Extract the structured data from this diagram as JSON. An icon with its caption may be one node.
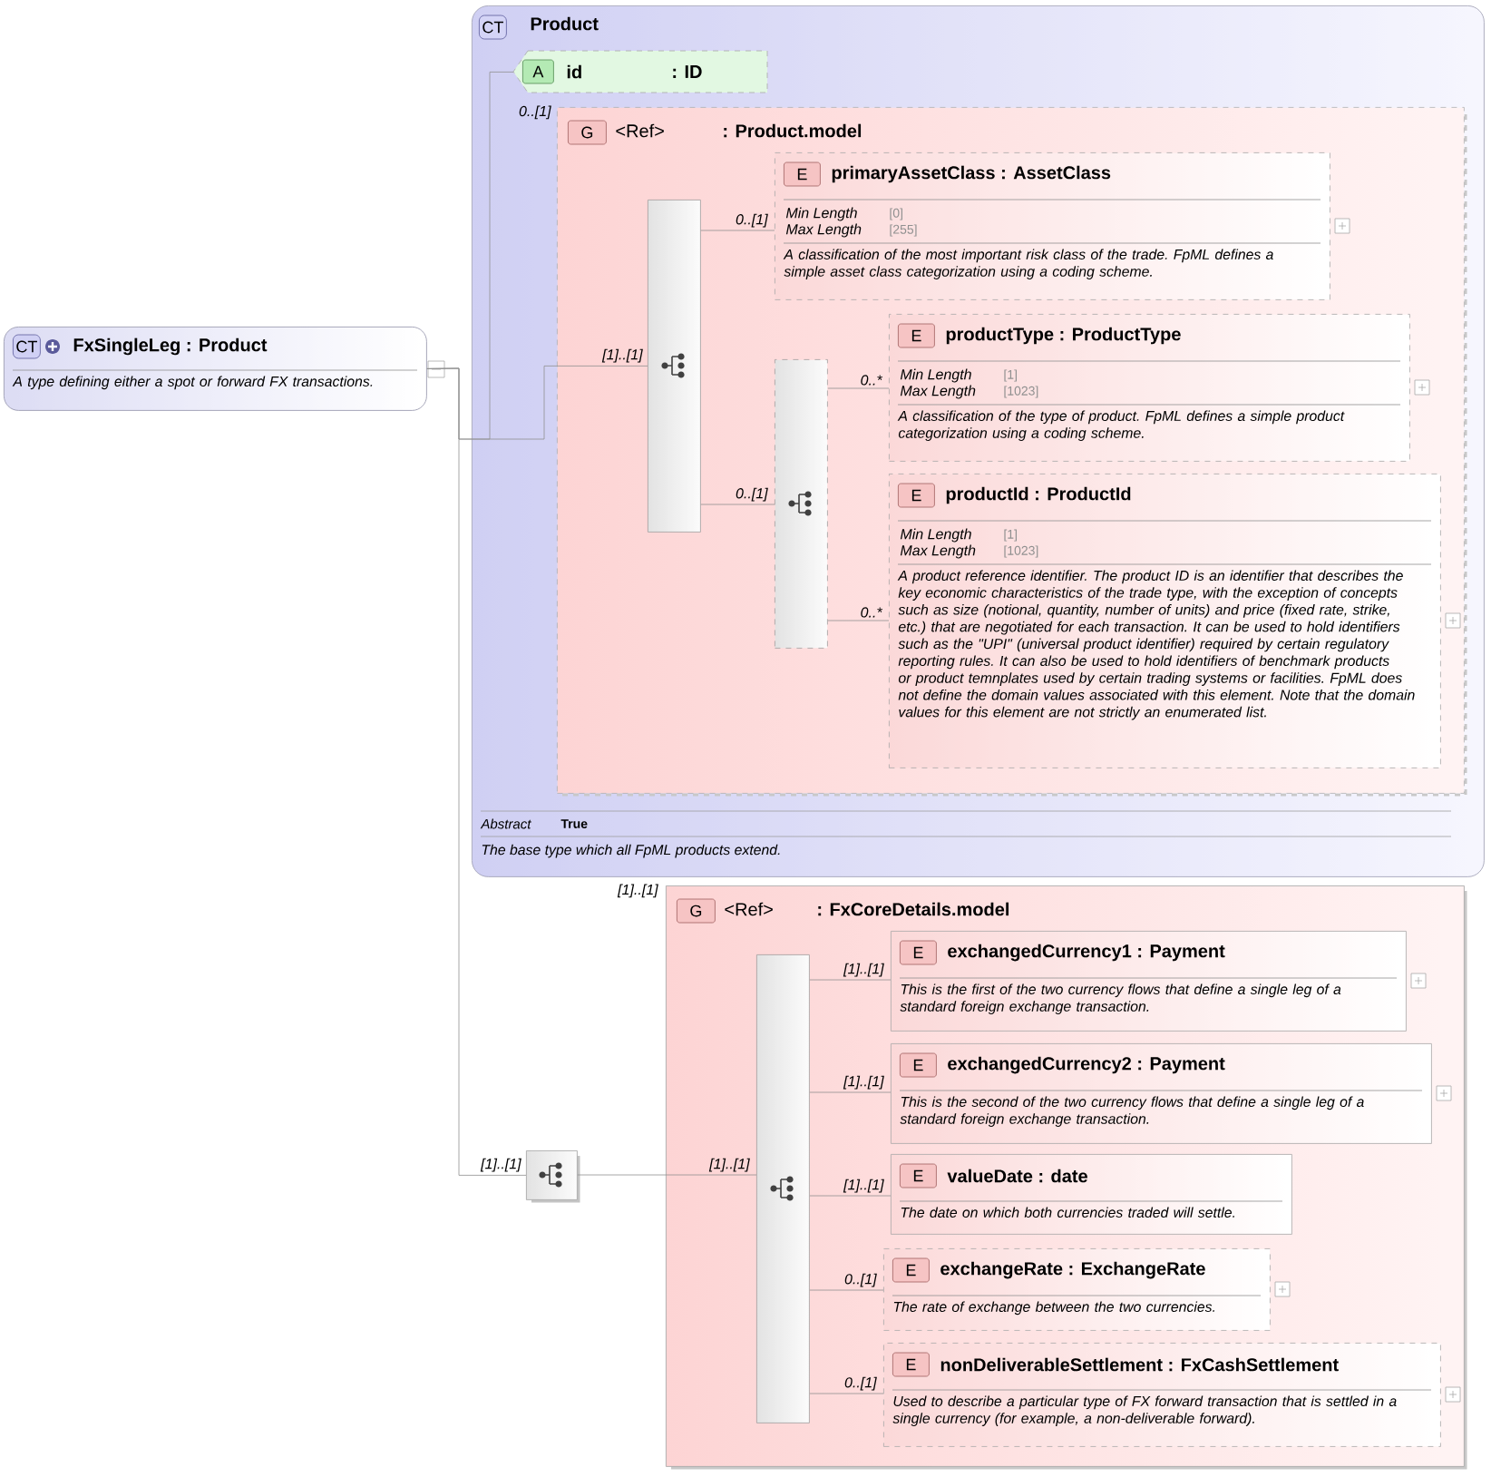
{
  "diagram": {
    "nodes": [
      {
        "text": [
          "CT",
          "FxSingleLeg : Product",
          "A type defining either a spot or forward FX transactions."
        ]
      },
      {
        "text": [
          "CT",
          "Product",
          "Abstract",
          "True",
          "The base type which all FpML products extend."
        ]
      },
      {
        "text": [
          "A",
          "id",
          ": ID"
        ],
        "in": 1
      },
      {
        "text": [
          "G",
          "<Ref>",
          ": Product.model"
        ],
        "in": 1,
        "beside": [
          "0..[1]"
        ]
      },
      {
        "text": [],
        "shape": "bar",
        "in": 3
      },
      {
        "text": [
          "E",
          "primaryAssetClass : AssetClass",
          "Min Length",
          "[0]",
          "Max Length",
          "[255]",
          "A classification of the most important risk class of the trade. FpML defines a simple asset class categorization using a coding scheme."
        ],
        "in": 3
      },
      {
        "text": [],
        "shape": "bar",
        "in": 3
      },
      {
        "text": [
          "E",
          "productType : ProductType",
          "Min Length",
          "[1]",
          "Max Length",
          "[1023]",
          "A classification of the type of product. FpML defines a simple product categorization using a coding scheme."
        ],
        "in": 3
      },
      {
        "text": [
          "E",
          "productId : ProductId",
          "Min Length",
          "[1]",
          "Max Length",
          "[1023]",
          "A product reference identifier. The product ID is an identifier that describes the key economic characteristics of the trade type, with the exception of concepts such as size (notional, quantity, number of units) and price (fixed rate, strike, etc.) that are negotiated for each transaction. It can be used to hold identifiers such as the \"UPI\" (universal product identifier) required by certain regulatory reporting rules. It can also be used to hold identifiers of benchmark products or product temnplates used by certain trading systems or facilities. FpML does not define the domain values associated with this element. Note that the domain values for this element are not strictly an enumerated list."
        ],
        "in": 3
      },
      {
        "text": [
          "G",
          "<Ref>",
          ": FxCoreDetails.model"
        ],
        "beside": [
          "[1]..[1]"
        ]
      },
      {
        "text": [],
        "shape": "box"
      },
      {
        "text": [],
        "shape": "bar",
        "in": 9
      },
      {
        "text": [
          "E",
          "exchangedCurrency1 : Payment",
          "This is the first of the two currency flows that define a single leg of a standard foreign exchange transaction."
        ],
        "in": 9
      },
      {
        "text": [
          "E",
          "exchangedCurrency2 : Payment",
          "This is the second of the two currency flows that define a single leg of a standard foreign exchange transaction."
        ],
        "in": 9
      },
      {
        "text": [
          "E",
          "valueDate : date",
          "The date on which both currencies traded will settle."
        ],
        "in": 9
      },
      {
        "text": [
          "E",
          "exchangeRate : ExchangeRate",
          "The rate of exchange between the two currencies."
        ],
        "in": 9
      },
      {
        "text": [
          "E",
          "nonDeliverableSettlement : FxCashSettlement",
          "Used to describe a particular type of FX forward transaction that is settled in a single currency (for example, a non-deliverable forward)."
        ],
        "in": 9
      }
    ],
    "edges": [
      {
        "from": 0,
        "to": 2,
        "arrow": "none"
      },
      {
        "from": 0,
        "to": 4,
        "arrow": "none",
        "label": "[1]..[1]"
      },
      {
        "from": 0,
        "to": 10,
        "arrow": "none",
        "label": "[1]..[1]"
      },
      {
        "from": 4,
        "to": 5,
        "arrow": "none",
        "label": "0..[1]"
      },
      {
        "from": 4,
        "to": 6,
        "arrow": "none",
        "label": "0..[1]"
      },
      {
        "from": 6,
        "to": 7,
        "arrow": "none",
        "label": "0..*"
      },
      {
        "from": 6,
        "to": 8,
        "arrow": "none",
        "label": "0..*"
      },
      {
        "from": 10,
        "to": 11,
        "arrow": "none",
        "label": "[1]..[1]"
      },
      {
        "from": 11,
        "to": 12,
        "arrow": "none",
        "label": "[1]..[1]"
      },
      {
        "from": 11,
        "to": 13,
        "arrow": "none",
        "label": "[1]..[1]"
      },
      {
        "from": 11,
        "to": 14,
        "arrow": "none",
        "label": "[1]..[1]"
      },
      {
        "from": 11,
        "to": 15,
        "arrow": "none",
        "label": "0..[1]"
      },
      {
        "from": 11,
        "to": 16,
        "arrow": "none",
        "label": "0..[1]"
      }
    ]
  }
}
